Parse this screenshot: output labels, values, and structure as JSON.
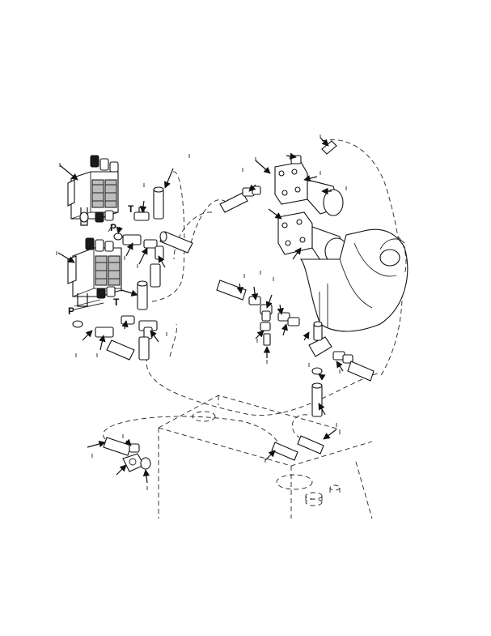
{
  "port_labels": {
    "t_upper": "T",
    "p_upper": "P",
    "t_lower": "T",
    "p_lower": "P"
  }
}
